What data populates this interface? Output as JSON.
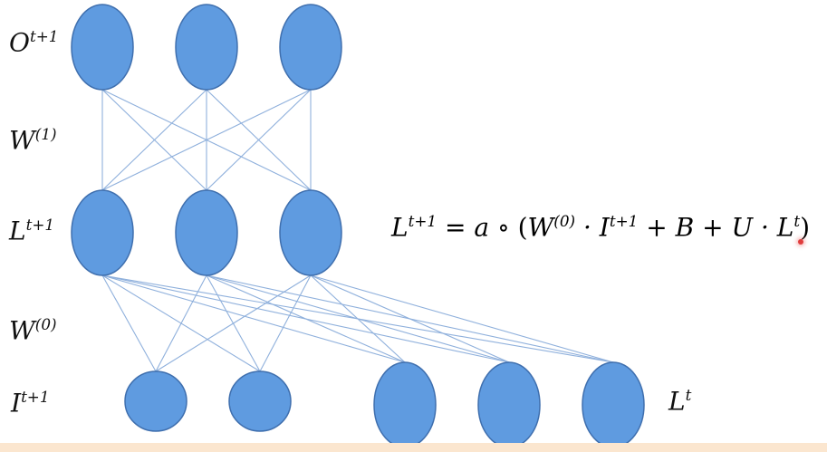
{
  "labels": {
    "output": {
      "base": "O",
      "sup": "t+1"
    },
    "w1": {
      "base": "W",
      "sup": "(1)"
    },
    "latent": {
      "base": "L",
      "sup": "t+1"
    },
    "w0": {
      "base": "W",
      "sup": "(0)"
    },
    "input": {
      "base": "I",
      "sup": "t+1"
    },
    "prev_latent": {
      "base": "L",
      "sup": "t"
    }
  },
  "equation": {
    "lhs_base": "L",
    "lhs_sup": "t+1",
    "eq": " = ",
    "a": "a",
    "circ": " ∘ ",
    "open": "(",
    "w_base": "W",
    "w_sup": "(0)",
    "dot1": " · ",
    "i_base": "I",
    "i_sup": "t+1",
    "plus1": " + ",
    "b": "B",
    "plus2": " + ",
    "u": "U",
    "dot2": " · ",
    "l_base": "L",
    "l_sup": "t",
    "close": ")"
  },
  "colors": {
    "node_fill": "#5f9be0",
    "edge": "#8fb0dc",
    "pointer": "#e03c3c",
    "footer": "#fbe6cf"
  }
}
